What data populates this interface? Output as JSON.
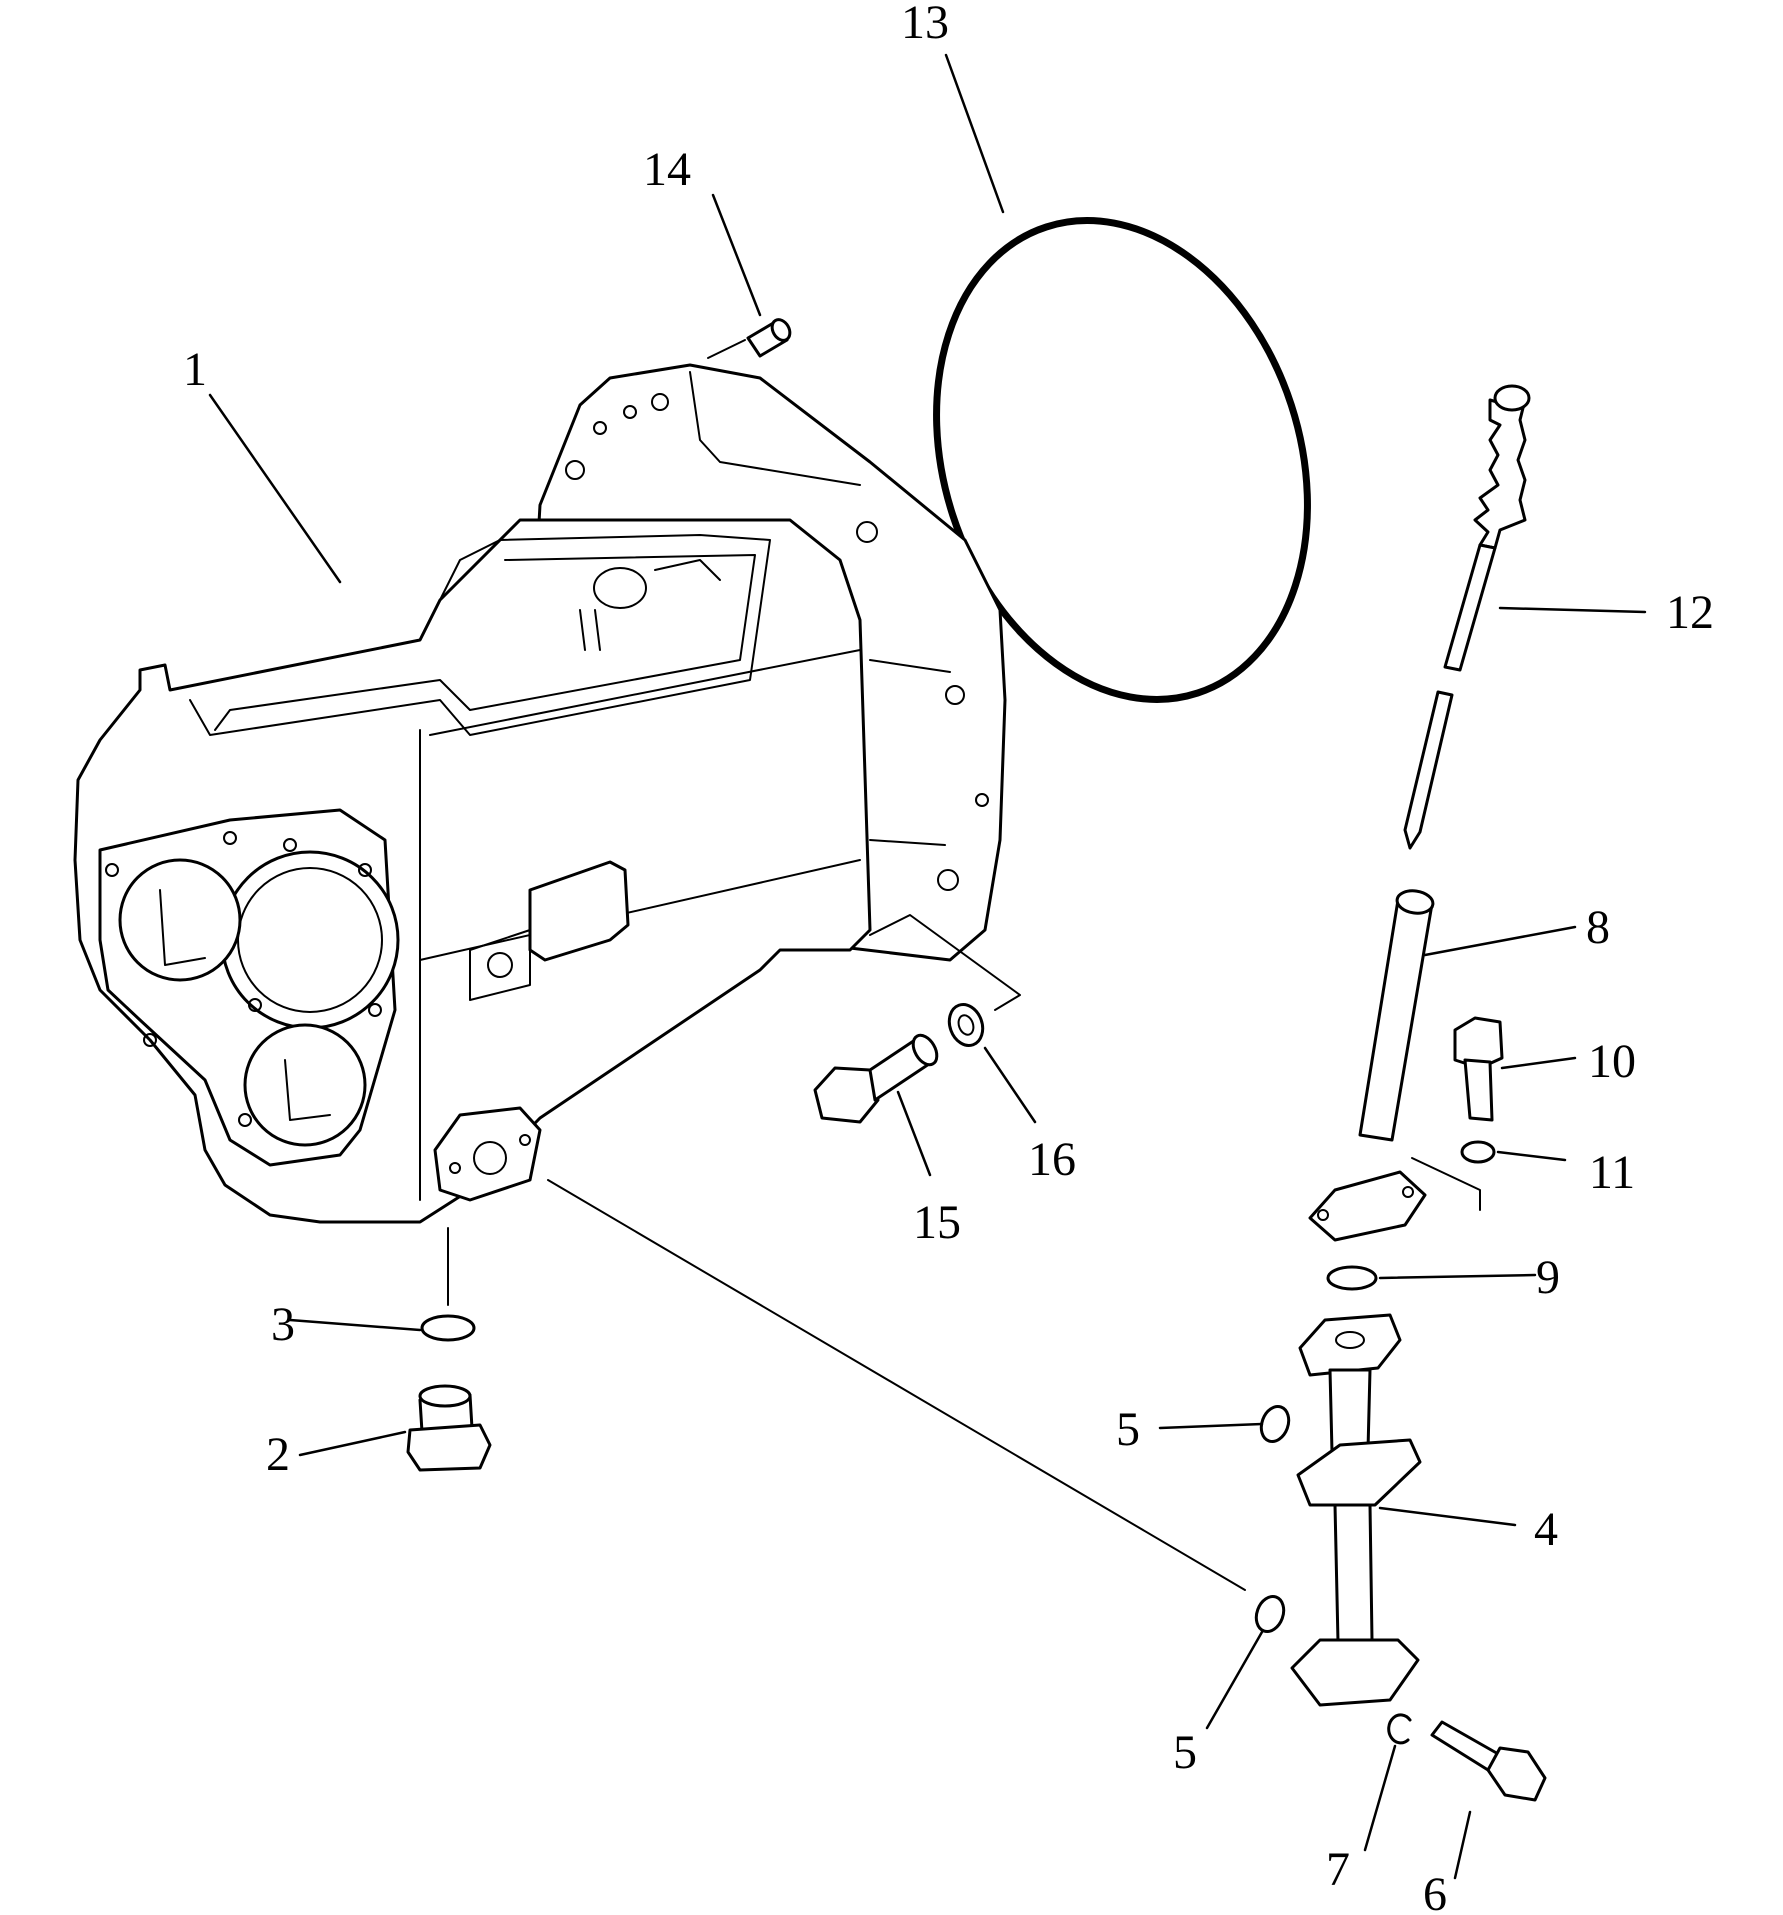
{
  "diagram": {
    "callouts": [
      {
        "id": "1",
        "label": "1"
      },
      {
        "id": "2",
        "label": "2"
      },
      {
        "id": "3",
        "label": "3"
      },
      {
        "id": "4",
        "label": "4"
      },
      {
        "id": "5a",
        "label": "5"
      },
      {
        "id": "5b",
        "label": "5"
      },
      {
        "id": "6",
        "label": "6"
      },
      {
        "id": "7",
        "label": "7"
      },
      {
        "id": "8",
        "label": "8"
      },
      {
        "id": "9",
        "label": "9"
      },
      {
        "id": "10",
        "label": "10"
      },
      {
        "id": "11",
        "label": "11"
      },
      {
        "id": "12",
        "label": "12"
      },
      {
        "id": "13",
        "label": "13"
      },
      {
        "id": "14",
        "label": "14"
      },
      {
        "id": "15",
        "label": "15"
      },
      {
        "id": "16",
        "label": "16"
      }
    ],
    "parts": [
      {
        "callout": "1",
        "name": "transmission-case"
      },
      {
        "callout": "2",
        "name": "drain-plug"
      },
      {
        "callout": "3",
        "name": "o-ring"
      },
      {
        "callout": "4",
        "name": "oil-filler-pipe"
      },
      {
        "callout": "5",
        "name": "o-ring"
      },
      {
        "callout": "6",
        "name": "bolt"
      },
      {
        "callout": "7",
        "name": "lock-washer"
      },
      {
        "callout": "8",
        "name": "gauge-tube"
      },
      {
        "callout": "9",
        "name": "o-ring"
      },
      {
        "callout": "10",
        "name": "bolt"
      },
      {
        "callout": "11",
        "name": "lock-washer"
      },
      {
        "callout": "12",
        "name": "dipstick"
      },
      {
        "callout": "13",
        "name": "large-o-ring"
      },
      {
        "callout": "14",
        "name": "dowel-pin"
      },
      {
        "callout": "15",
        "name": "bolt"
      },
      {
        "callout": "16",
        "name": "washer"
      }
    ]
  }
}
